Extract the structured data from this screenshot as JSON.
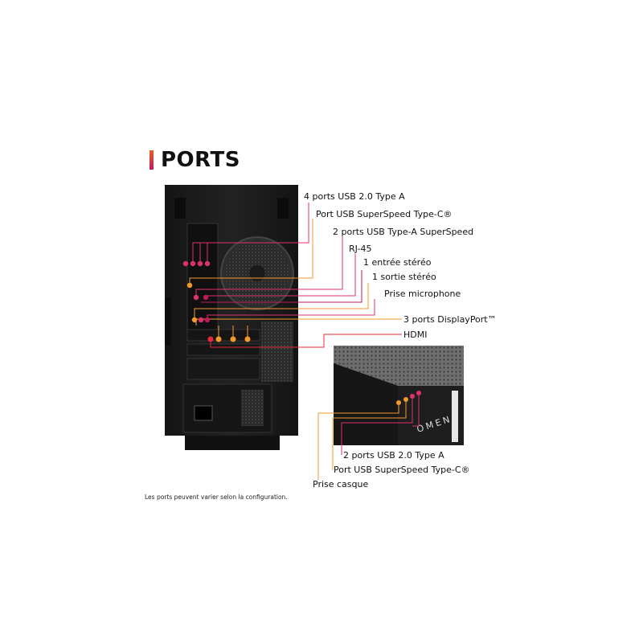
{
  "header": {
    "title": "PORTS"
  },
  "rear_labels": [
    "4 ports USB 2.0 Type A",
    "Port USB SuperSpeed Type-C®",
    "2 ports USB Type-A SuperSpeed",
    "RJ-45",
    "1 entrée stéréo",
    "1 sortie stéréo",
    "Prise microphone",
    "3 ports DisplayPort™",
    "HDMI"
  ],
  "front_labels": [
    "2 ports USB 2.0 Type A",
    "Port USB SuperSpeed Type-C®",
    "Prise casque"
  ],
  "footnote": "Les ports peuvent varier selon la configuration.",
  "colors": {
    "pink": "#e0316e",
    "orange": "#f39a2b",
    "magenta": "#c2185b",
    "red": "#e8283c",
    "case": "#1c1c1c"
  },
  "front_logo": "OMEN"
}
